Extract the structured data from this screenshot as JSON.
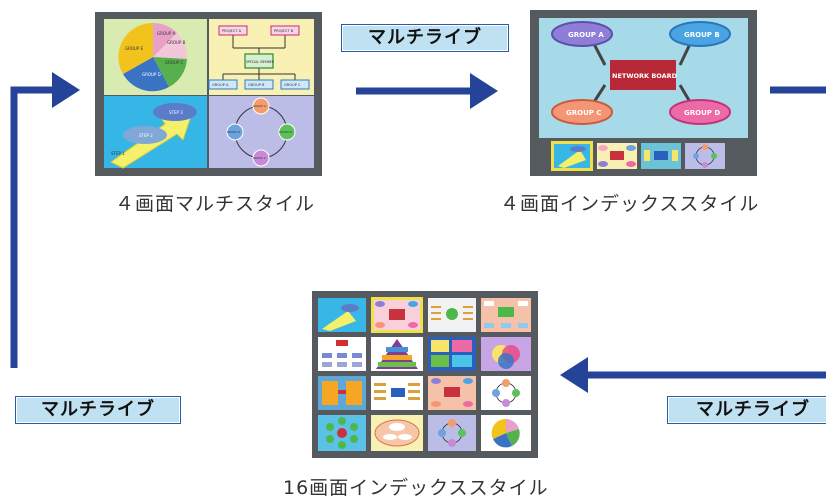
{
  "captions": {
    "four_multi": "４画面マルチスタイル",
    "four_index": "４画面インデックススタイル",
    "sixteen_index": "16画面インデックススタイル"
  },
  "tags": {
    "top": "マルチライブ",
    "left": "マルチライブ",
    "right": "マルチライブ"
  },
  "slides": {
    "pie_groups": [
      "GROUP A",
      "GROUP B",
      "GROUP C",
      "GROUP D",
      "GROUP E"
    ],
    "org_projects": [
      "PROJECT A",
      "PROJECT B"
    ],
    "org_center": "SPECIAL MEMBER",
    "org_groups": [
      "GROUP A",
      "GROUP B",
      "GROUP C"
    ],
    "steps": [
      "STEP 1",
      "STEP 2",
      "STEP 3"
    ],
    "cycle_groups": [
      "GROUP A",
      "GROUP B",
      "GROUP C",
      "GROUP D"
    ],
    "network_center": "NETWORK BOARD",
    "network_groups": [
      "GROUP A",
      "GROUP B",
      "GROUP C",
      "GROUP D"
    ]
  },
  "colors": {
    "arrow": "#26439a",
    "panel": "#555a5e",
    "tag_fill": "#bfe1f2"
  }
}
